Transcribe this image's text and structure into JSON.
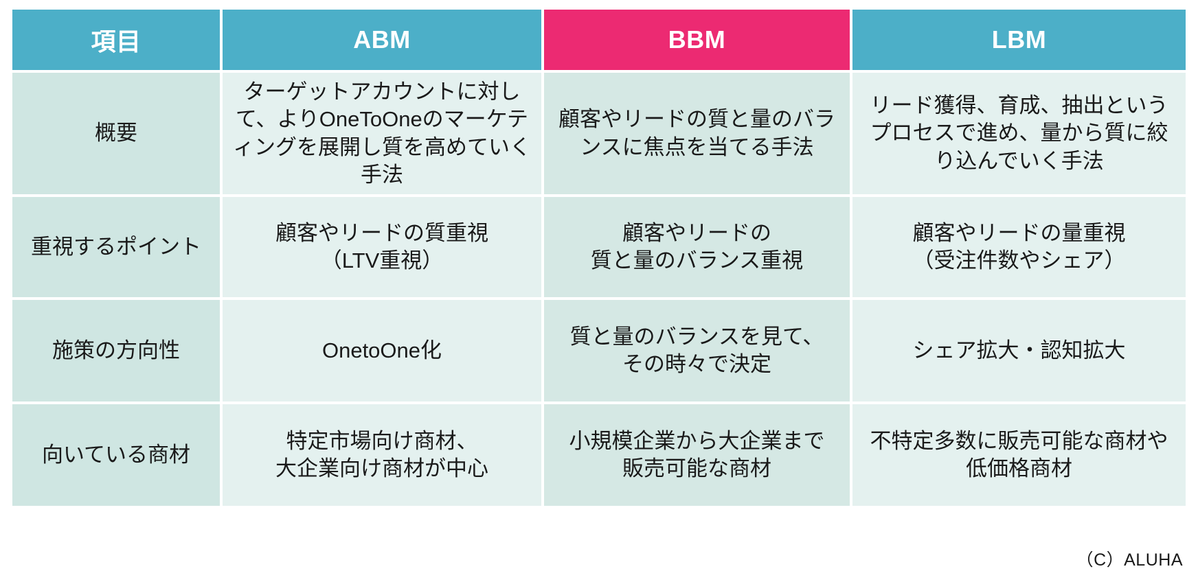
{
  "table": {
    "columns": [
      {
        "key": "item",
        "label": "項目",
        "header_color": "#4cafc8"
      },
      {
        "key": "abm",
        "label": "ABM",
        "header_color": "#4cafc8"
      },
      {
        "key": "bbm",
        "label": "BBM",
        "header_color": "#ec2a72"
      },
      {
        "key": "lbm",
        "label": "LBM",
        "header_color": "#4cafc8"
      }
    ],
    "rows": [
      {
        "item": "概要",
        "abm": "ターゲットアカウントに対して、よりOneToOneのマーケティングを展開し質を高めていく手法",
        "bbm": "顧客やリードの質と量のバランスに焦点を当てる手法",
        "lbm": "リード獲得、育成、抽出というプロセスで進め、量から質に絞り込んでいく手法"
      },
      {
        "item": "重視するポイント",
        "abm": "顧客やリードの質重視\n（LTV重視）",
        "bbm": "顧客やリードの\n質と量のバランス重視",
        "lbm": "顧客やリードの量重視\n（受注件数やシェア）"
      },
      {
        "item": "施策の方向性",
        "abm": "OnetoOne化",
        "bbm": "質と量のバランスを見て、\nその時々で決定",
        "lbm": "シェア拡大・認知拡大"
      },
      {
        "item": "向いている商材",
        "abm": "特定市場向け商材、\n大企業向け商材が中心",
        "bbm": "小規模企業から大企業まで\n販売可能な商材",
        "lbm": "不特定多数に販売可能な商材や低価格商材"
      }
    ]
  },
  "footer": {
    "credit": "（C）ALUHA"
  },
  "colors": {
    "header_teal": "#4cafc8",
    "header_magenta": "#ec2a72",
    "col_item_bg": "#cfe6e2",
    "col_side_bg": "#e4f1ef",
    "col_bbm_bg": "#d5e8e4",
    "grid_line": "#ffffff",
    "text": "#1a1a1a",
    "header_text": "#ffffff"
  }
}
